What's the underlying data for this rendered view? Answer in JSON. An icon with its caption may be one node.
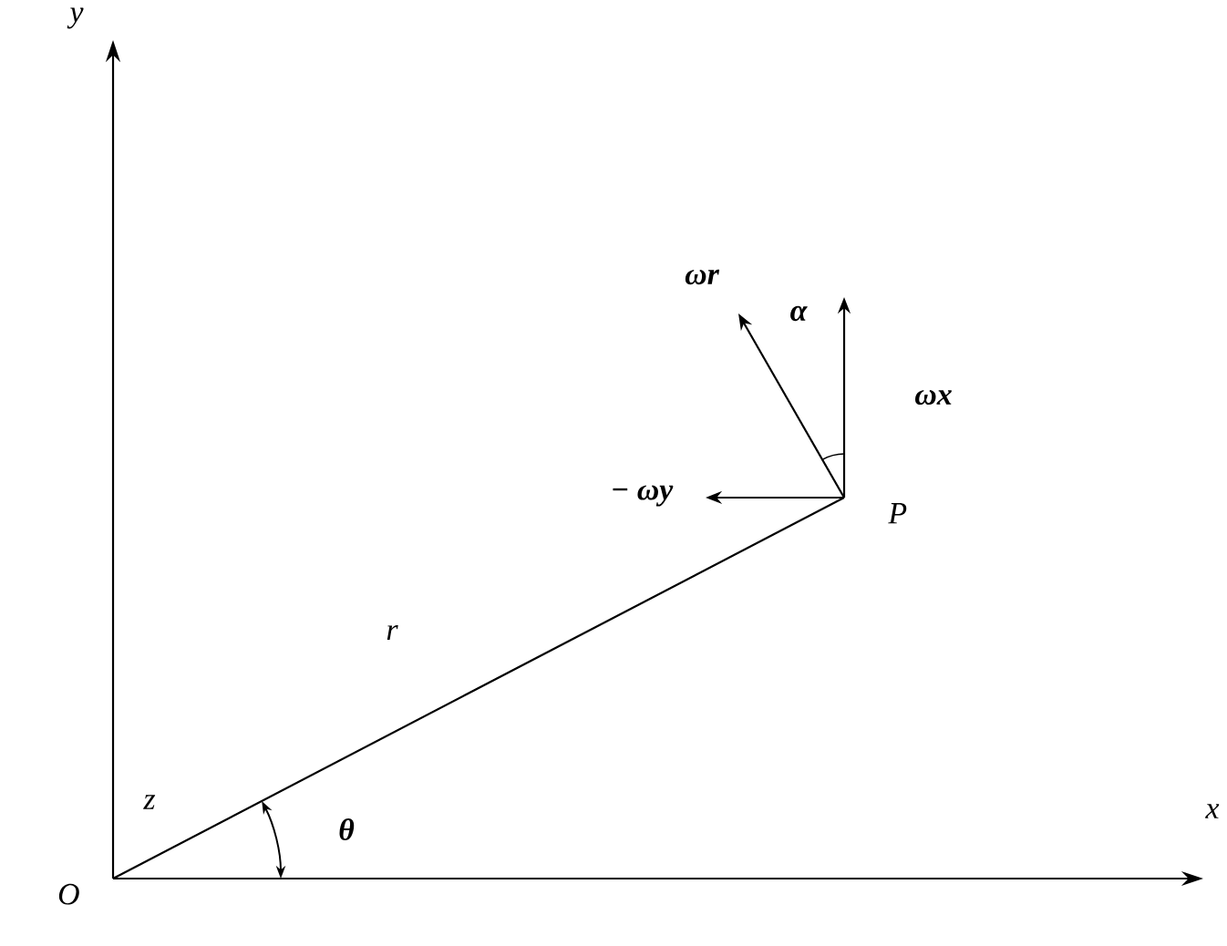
{
  "diagram": {
    "nodes": [
      {
        "text": [
          "O"
        ]
      },
      {
        "text": [
          "P"
        ]
      }
    ],
    "edges": [
      {
        "from": 0,
        "to": 1,
        "arrow": "none",
        "label": "r"
      },
      {
        "from": 1,
        "to": null,
        "arrow": "to",
        "label": "ωr"
      },
      {
        "from": 1,
        "to": null,
        "arrow": "to",
        "label": "ωx"
      },
      {
        "from": 1,
        "to": null,
        "arrow": "to",
        "label": "− ωy"
      }
    ],
    "labels": [
      "y",
      "α",
      "z",
      "θ",
      "x"
    ]
  }
}
